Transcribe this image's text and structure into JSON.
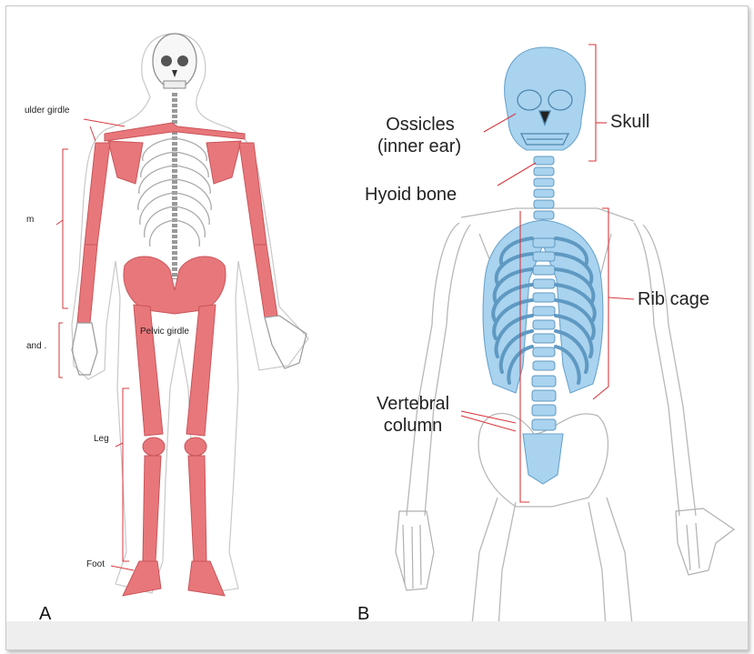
{
  "panel_a": {
    "letter": "A",
    "labels": {
      "shoulder_girdle": "ulder girdle",
      "arm": "m",
      "hand": "and .",
      "pelvic_girdle": "Pelvic girdle",
      "leg": "Leg",
      "foot": "Foot"
    }
  },
  "panel_b": {
    "letter": "B",
    "labels": {
      "ossicles": "Ossicles",
      "inner_ear": "(inner ear)",
      "skull": "Skull",
      "hyoid": "Hyoid bone",
      "rib_cage": "Rib cage",
      "vertebral": "Vertebral",
      "column": "column"
    }
  },
  "colors": {
    "appendicular": "#e8777b",
    "axial": "#a9d3ef",
    "outline": "#9a9a9a",
    "leader": "#d9383e"
  }
}
